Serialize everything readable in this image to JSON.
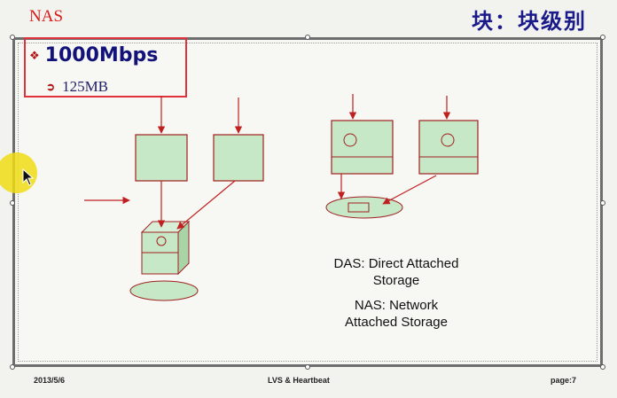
{
  "header": {
    "corner_label": "NAS",
    "title": "块：块级别"
  },
  "bullets": {
    "main": "1000Mbps",
    "sub": "125MB"
  },
  "captions": {
    "das": [
      "DAS: Direct Attached",
      "Storage"
    ],
    "nas": [
      "NAS: Network",
      "Attached Storage"
    ]
  },
  "footer": {
    "date": "2013/5/6",
    "center": "LVS & Heartbeat",
    "page": "page:7"
  },
  "colors": {
    "box_fill": "#c6e8c6",
    "box_stroke": "#a02020",
    "arrow": "#c02020",
    "title": "#1a1a8a",
    "highlight": "#e0323a"
  },
  "icons": {
    "bullet_main": "diamond-bullet-icon",
    "bullet_sub": "arrow-bullet-icon",
    "cursor": "mouse-pointer-icon"
  }
}
